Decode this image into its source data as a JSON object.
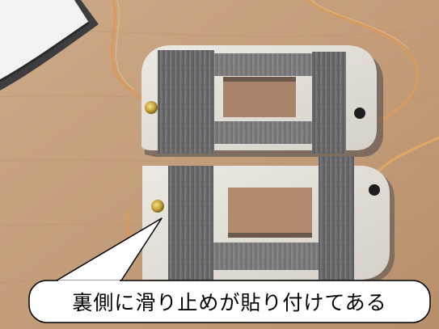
{
  "callout": {
    "text": "裏側に滑り止めが貼り付けてある"
  },
  "colors": {
    "desk": "#c7a27f",
    "plate": "#e3e0d9",
    "strip": "#6f6f72",
    "rope": "#d99a5c",
    "screw": "#c8a43a"
  },
  "objects": [
    "tablet-corner",
    "upper-core-frame",
    "lower-core-frame",
    "orange-rope",
    "brass-screw",
    "callout-bubble"
  ]
}
